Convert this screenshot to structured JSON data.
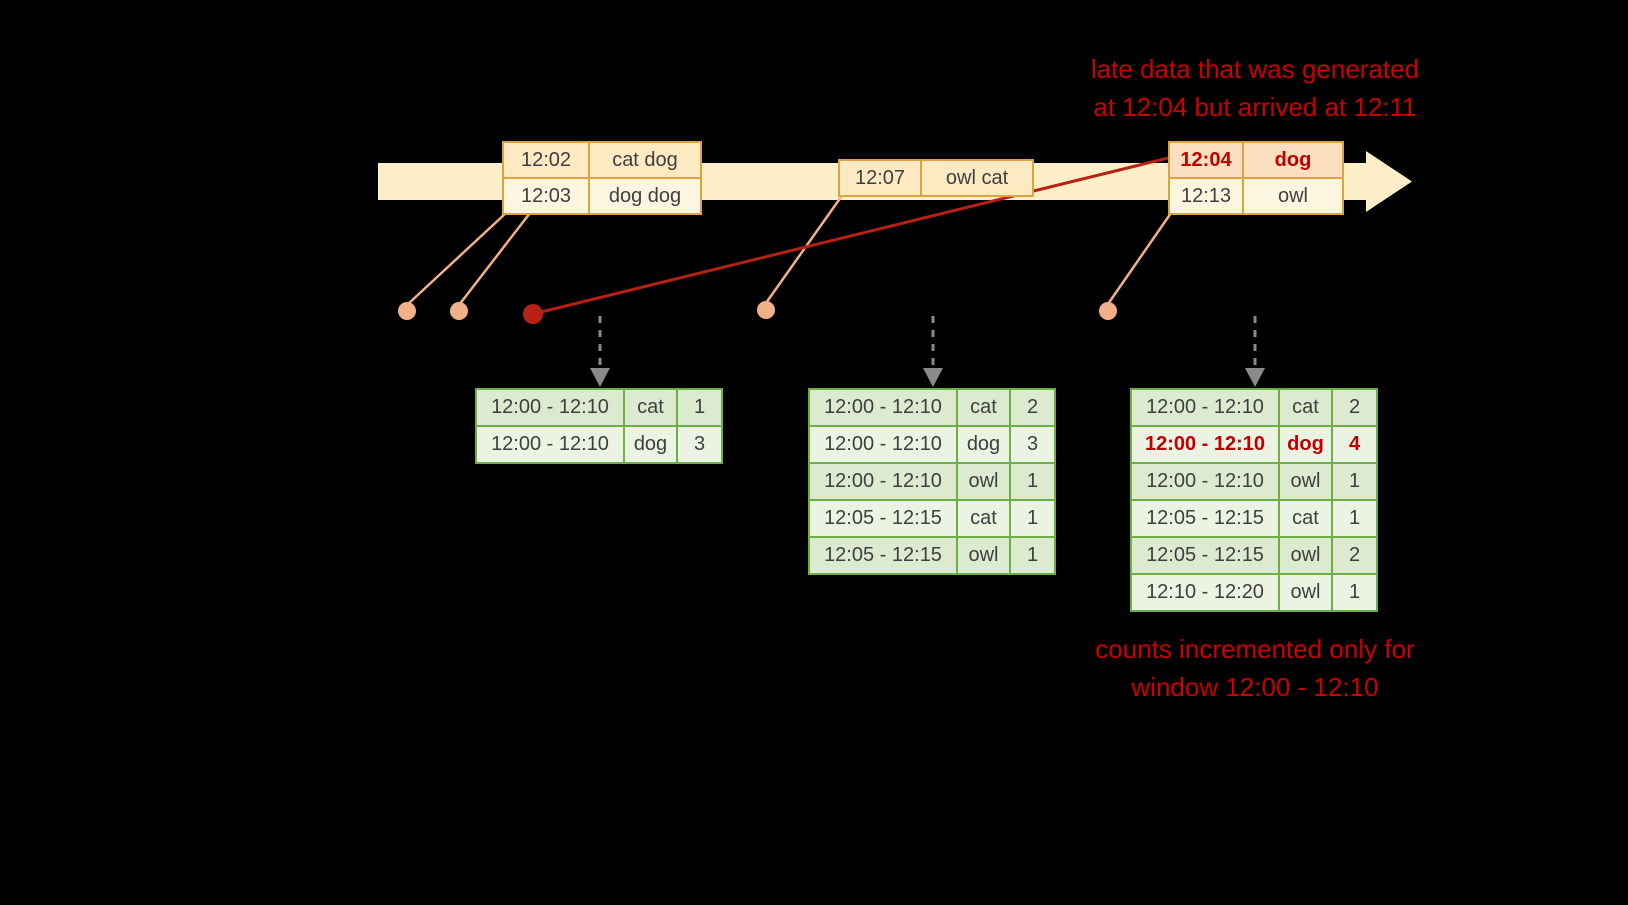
{
  "colors": {
    "background": "#000000",
    "timeline_fill": "#fcefc8",
    "event_border": "#dda33f",
    "event_row_odd": "#fdeac2",
    "event_row_even": "#fef5e0",
    "late_row_fill": "#fbdfc0",
    "result_border": "#6fae44",
    "result_row_odd": "#dcebcf",
    "result_row_even": "#ebf3e2",
    "connector": "#f2b088",
    "late_accent": "#b62114",
    "trigger_arrow": "#8a8a8a",
    "annotation_red": "#cc0000",
    "table_text": "#3f3f3f",
    "late_text": "#c00000"
  },
  "annotations": {
    "late_data_line1": "late data that was generated",
    "late_data_line2": "at 12:04 but arrived at 12:11",
    "counts_line1": "counts incremented only for",
    "counts_line2": "window 12:00 - 12:10"
  },
  "event_tables": {
    "t1": {
      "rows": [
        {
          "time": "12:02",
          "words": "cat dog"
        },
        {
          "time": "12:03",
          "words": "dog dog"
        }
      ]
    },
    "t2": {
      "rows": [
        {
          "time": "12:07",
          "words": "owl cat"
        }
      ]
    },
    "t3": {
      "rows": [
        {
          "time": "12:04",
          "words": "dog"
        },
        {
          "time": "12:13",
          "words": "owl"
        }
      ]
    }
  },
  "result_tables": {
    "t1": {
      "rows": [
        [
          "12:00 - 12:10",
          "cat",
          "1"
        ],
        [
          "12:00 - 12:10",
          "dog",
          "3"
        ]
      ]
    },
    "t2": {
      "rows": [
        [
          "12:00 - 12:10",
          "cat",
          "2"
        ],
        [
          "12:00 - 12:10",
          "dog",
          "3"
        ],
        [
          "12:00 - 12:10",
          "owl",
          "1"
        ],
        [
          "12:05 - 12:15",
          "cat",
          "1"
        ],
        [
          "12:05 - 12:15",
          "owl",
          "1"
        ]
      ]
    },
    "t3": {
      "rows": [
        [
          "12:00 - 12:10",
          "cat",
          "2"
        ],
        [
          "12:00 - 12:10",
          "dog",
          "4"
        ],
        [
          "12:00 - 12:10",
          "owl",
          "1"
        ],
        [
          "12:05 - 12:15",
          "cat",
          "1"
        ],
        [
          "12:05 - 12:15",
          "owl",
          "2"
        ],
        [
          "12:10 - 12:20",
          "owl",
          "1"
        ]
      ]
    }
  }
}
